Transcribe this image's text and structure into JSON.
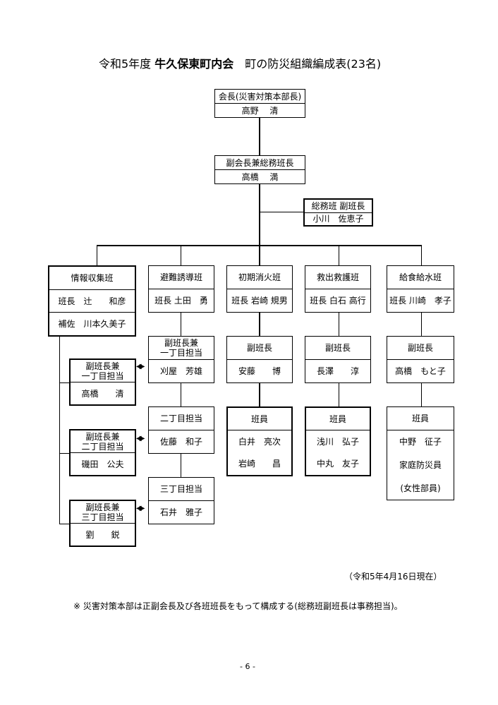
{
  "title": {
    "prefix": "令和5年度 ",
    "org": "牛久保東町内会",
    "suffix": "　町の防災組織編成表(23名)"
  },
  "chair": {
    "role": "会長(災害対策本部長)",
    "name": "高野　 清"
  },
  "vice": {
    "role": "副会長兼総務班長",
    "name": "高橋　 満"
  },
  "soumu": {
    "role": "総務班 副班長",
    "name": "小川　佐恵子"
  },
  "teams": [
    {
      "name": "情報収集班",
      "leader": "班長　辻　　和彦",
      "assistant": "補佐　川本久美子"
    },
    {
      "name": "避難誘導班",
      "leader": "班長 土田　勇"
    },
    {
      "name": "初期消火班",
      "leader": "班長 岩崎 規男"
    },
    {
      "name": "救出救護班",
      "leader": "班長 白石 高行"
    },
    {
      "name": "給食給水班",
      "leader": "班長 川崎　孝子"
    }
  ],
  "info_sub": [
    {
      "role1": "副班長兼",
      "role2": "一丁目担当",
      "name": "高橋　　清"
    },
    {
      "role1": "副班長兼",
      "role2": "二丁目担当",
      "name": "磯田　公夫"
    },
    {
      "role1": "副班長兼",
      "role2": "三丁目担当",
      "name": "劉　　鋭"
    }
  ],
  "evac_sub": [
    {
      "role1": "副班長兼",
      "role2": "一丁目担当",
      "name": "刈屋　芳雄"
    },
    {
      "role": "二丁目担当",
      "name": "佐藤　和子"
    },
    {
      "role": "三丁目担当",
      "name": "石井　雅子"
    }
  ],
  "fire": {
    "sub_role": "副班長",
    "sub_name": "安藤　　博",
    "member_role": "班員",
    "members": [
      "白井　亮次",
      "岩崎　　昌"
    ]
  },
  "rescue": {
    "sub_role": "副班長",
    "sub_name": "長澤　　淳",
    "member_role": "班員",
    "members": [
      "浅川　弘子",
      "中丸　友子"
    ]
  },
  "food": {
    "sub_role": "副班長",
    "sub_name": "高橋　もと子",
    "member_role": "班員",
    "members": [
      "中野　征子",
      "家庭防災員",
      "(女性部員)"
    ]
  },
  "date_note": "（令和5年4月16日現在）",
  "footnote": "※ 災害対策本部は正副会長及び各班班長をもって構成する(総務班副班長は事務担当)。",
  "page_number": "- 6 -",
  "arrow": "◀▶"
}
